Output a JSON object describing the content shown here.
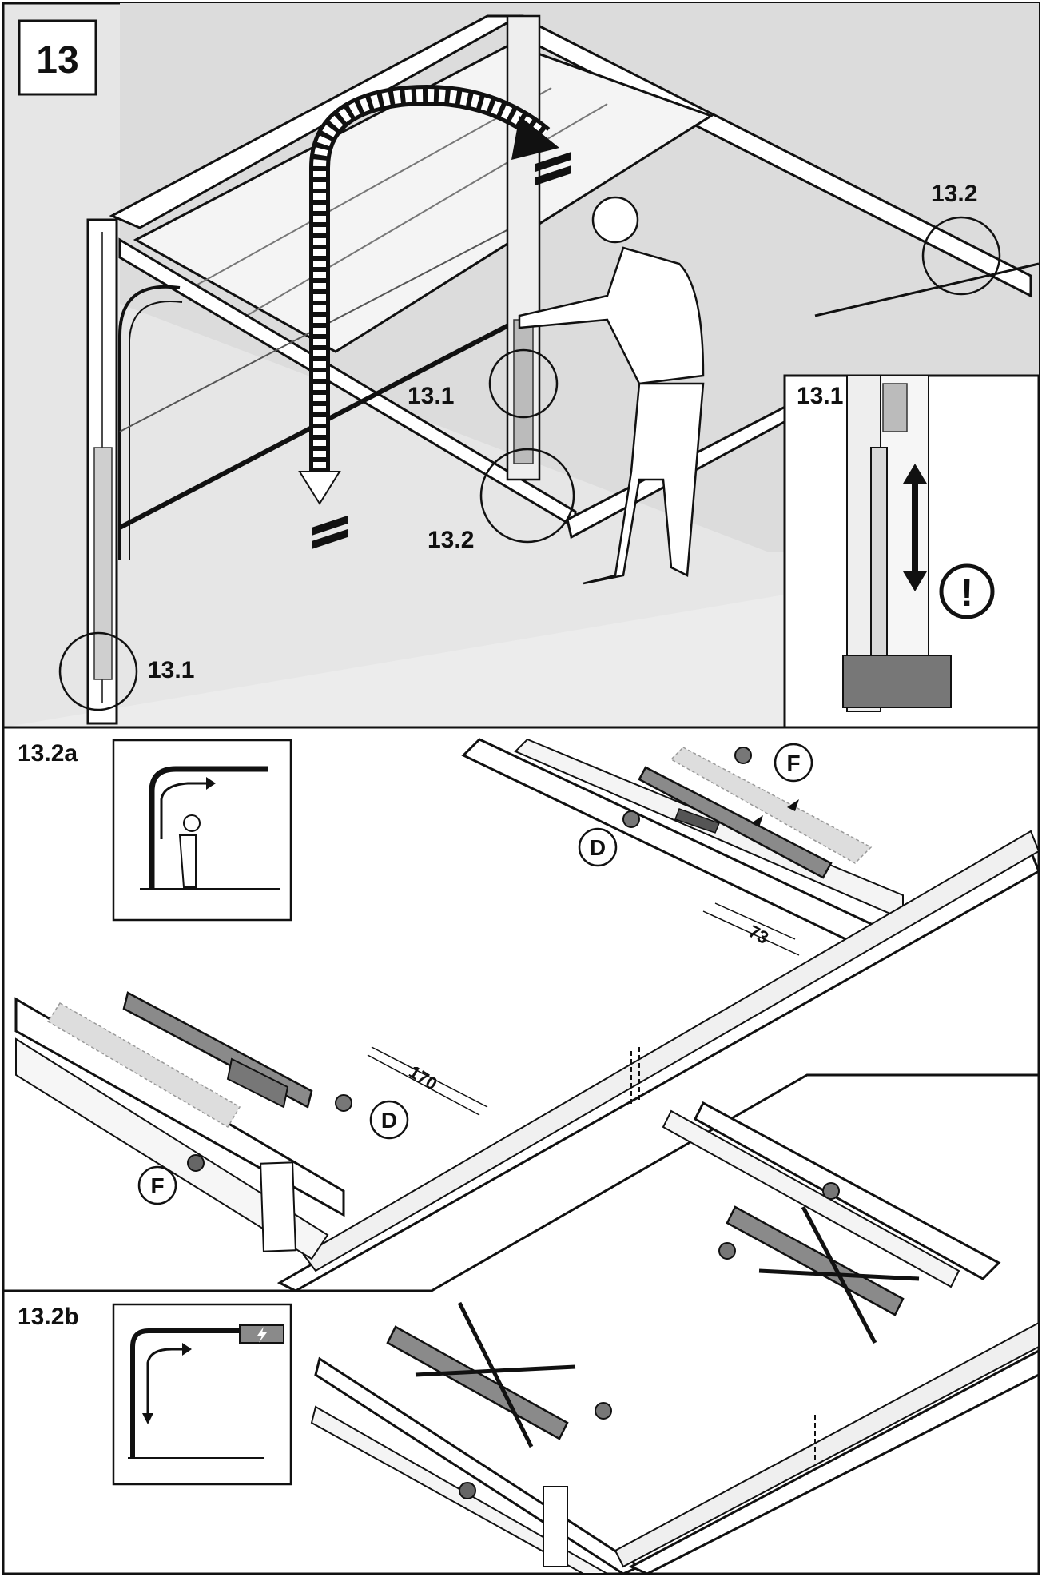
{
  "step": {
    "number": "13"
  },
  "top_panel": {
    "callout_13_1": "13.1",
    "callout_13_2_left": "13.2",
    "callout_13_2_right": "13.2",
    "callout_13_1_lower": "13.1",
    "inset_label": "13.1",
    "warning_symbol": "!"
  },
  "section_a": {
    "label": "13.2a",
    "part_d_upper": "D",
    "part_f_upper": "F",
    "dimension_73": "73",
    "dimension_170": "170",
    "part_d_lower": "D",
    "part_f_lower": "F"
  },
  "section_b": {
    "label": "13.2b"
  },
  "icons": {
    "arrow": "curved-arrow-icon",
    "warning": "exclamation-warning-icon",
    "cross": "cross-out-icon",
    "lightning": "lightning-icon"
  },
  "colors": {
    "top_background": "#e6e6e6",
    "line": "#1a1a1a",
    "part_fill": "#8a8a8a",
    "ghost_part": "#d6d6d6"
  }
}
